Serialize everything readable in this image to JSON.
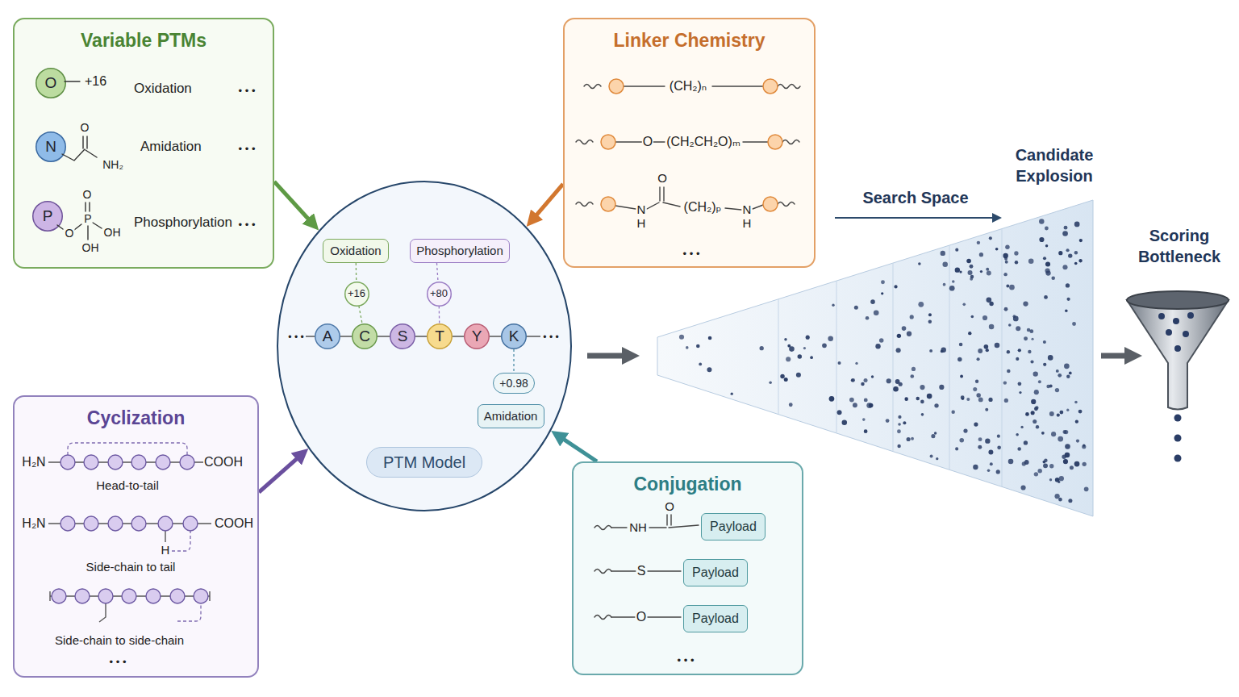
{
  "diagram": {
    "nodes": [
      {
        "text": [
          "Variable PTMs"
        ]
      },
      {
        "text": [
          "O"
        ],
        "in": 0
      },
      {
        "text": [
          "N"
        ],
        "in": 0
      },
      {
        "text": [
          "P"
        ],
        "in": 0
      },
      {
        "text": [
          "Linker Chemistry"
        ]
      },
      {
        "text": [
          "PTM Model"
        ]
      },
      {
        "text": [
          "Oxidation"
        ],
        "in": 5
      },
      {
        "text": [
          "Phosphorylation"
        ],
        "in": 5
      },
      {
        "text": [
          "+16"
        ],
        "in": 5
      },
      {
        "text": [
          "+80"
        ],
        "in": 5
      },
      {
        "text": [
          "A"
        ],
        "in": 5
      },
      {
        "text": [
          "C"
        ],
        "in": 5
      },
      {
        "text": [
          "S"
        ],
        "in": 5
      },
      {
        "text": [
          "T"
        ],
        "in": 5
      },
      {
        "text": [
          "Y"
        ],
        "in": 5
      },
      {
        "text": [
          "K"
        ],
        "in": 5
      },
      {
        "text": [
          "+0.98"
        ],
        "in": 5
      },
      {
        "text": [
          "Amidation"
        ],
        "in": 5
      },
      {
        "text": [
          "Cyclization"
        ]
      },
      {
        "text": [
          "Conjugation"
        ]
      },
      {
        "text": [
          "Payload"
        ],
        "in": 19
      },
      {
        "text": [
          "Payload"
        ],
        "in": 19
      },
      {
        "text": [
          "Payload"
        ],
        "in": 19
      }
    ],
    "edges": [
      {
        "from": 0,
        "to": 5,
        "arrow": "to"
      },
      {
        "from": 4,
        "to": 5,
        "arrow": "to"
      },
      {
        "from": 18,
        "to": 5,
        "arrow": "to"
      },
      {
        "from": 19,
        "to": 5,
        "arrow": "to"
      },
      {
        "from": 6,
        "to": 8,
        "arrow": "none"
      },
      {
        "from": 8,
        "to": 11,
        "arrow": "none"
      },
      {
        "from": 7,
        "to": 9,
        "arrow": "none"
      },
      {
        "from": 9,
        "to": 13,
        "arrow": "none"
      },
      {
        "from": 15,
        "to": 16,
        "arrow": "none"
      },
      {
        "from": 10,
        "to": 11,
        "arrow": "none"
      },
      {
        "from": 11,
        "to": 12,
        "arrow": "none"
      },
      {
        "from": 12,
        "to": 13,
        "arrow": "none"
      },
      {
        "from": 13,
        "to": 14,
        "arrow": "none"
      },
      {
        "from": 14,
        "to": 15,
        "arrow": "none"
      }
    ],
    "labels": [
      "+16",
      "Oxidation",
      "• • •",
      "Amidation",
      "• • •",
      "O",
      "NH₂",
      "Phosphorylation",
      "• • •",
      "O",
      "P",
      "OH",
      "OH",
      "O",
      "(CH₂)ₙ",
      "O",
      "(CH₂CH₂O)ₘ",
      "O",
      "N",
      "H",
      "(CH₂)ₚ",
      "N",
      "H",
      "• • •",
      "• • •",
      "• • •",
      "H₂N",
      "COOH",
      "Head-to-tail",
      "H₂N",
      "COOH",
      "H",
      "Side-chain to tail",
      "Side-chain to side-chain",
      "• • •",
      "NH",
      "O",
      "S",
      "O",
      "• • •",
      "Search Space",
      "Candidate Explosion",
      "Scoring Bottleneck"
    ]
  }
}
